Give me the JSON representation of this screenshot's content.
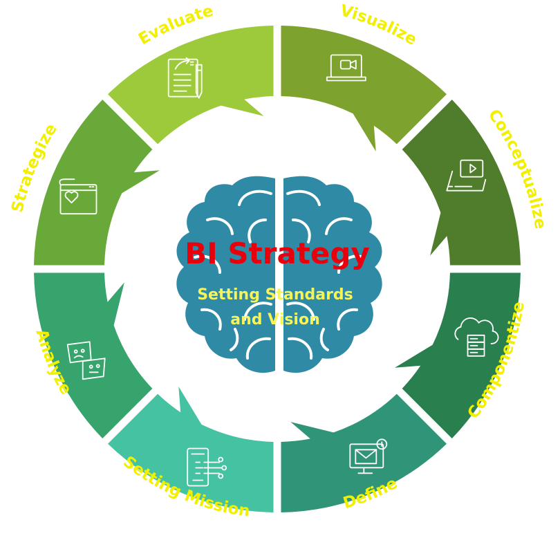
{
  "center": {
    "title": "BI Strategy",
    "subtitle_line1": "Setting Standards",
    "subtitle_line2": "and Vision"
  },
  "colors": {
    "title": "#e8000b",
    "subtitle": "#f7f45a",
    "label": "#f2f000",
    "brain": "#2e8aa5"
  },
  "segments": [
    {
      "label": "Visualize",
      "color": "#7da22e",
      "icon": "laptop-video-icon"
    },
    {
      "label": "Conceptualize",
      "color": "#4f7d2b",
      "icon": "video-presentation-icon"
    },
    {
      "label": "Componentize",
      "color": "#2a7f4f",
      "icon": "cloud-server-icon"
    },
    {
      "label": "Define",
      "color": "#2f9478",
      "icon": "monitor-mail-icon"
    },
    {
      "label": "Setting Mission",
      "color": "#44c2a2",
      "icon": "mobile-network-icon"
    },
    {
      "label": "Analyze",
      "color": "#37a46d",
      "icon": "faces-cards-icon"
    },
    {
      "label": "Strategize",
      "color": "#68a93a",
      "icon": "heart-window-icon"
    },
    {
      "label": "Evaluate",
      "color": "#9cca3b",
      "icon": "document-edit-icon"
    }
  ]
}
